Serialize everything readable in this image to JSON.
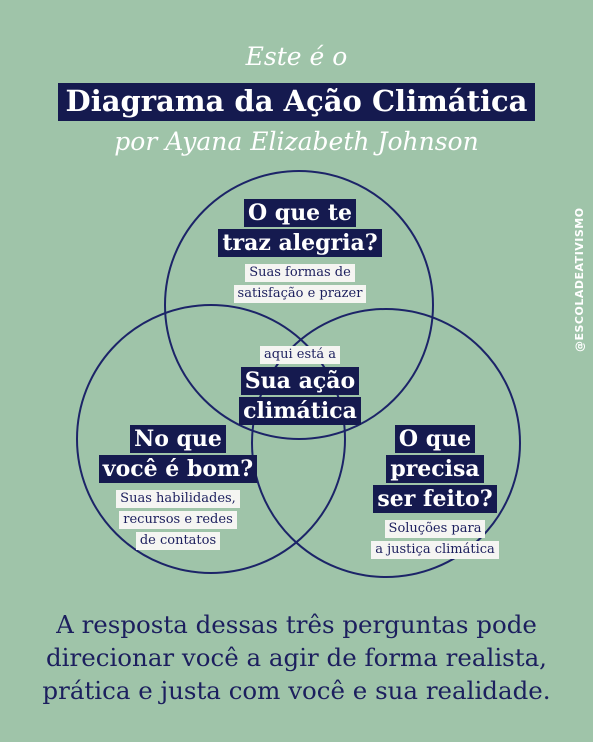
{
  "header": {
    "intro": "Este é o",
    "title": "Diagrama da Ação Climática",
    "byline": "por Ayana Elizabeth Johnson"
  },
  "handle": "@ESCOLADEATIVISMO",
  "diagram": {
    "top": {
      "question": [
        "O que te",
        "traz alegria?"
      ],
      "detail": [
        "Suas formas de",
        "satisfação e prazer"
      ]
    },
    "center": {
      "intro": "aqui está a",
      "label": [
        "Sua ação",
        "climática"
      ]
    },
    "left": {
      "question": [
        "No que",
        "você é bom?"
      ],
      "detail": [
        "Suas habilidades,",
        "recursos e redes",
        "de contatos"
      ]
    },
    "right": {
      "question": [
        "O que",
        "precisa",
        "ser feito?"
      ],
      "detail": [
        "Soluções para",
        "a justiça climática"
      ]
    }
  },
  "footer": {
    "lines": [
      "A resposta dessas três perguntas pode",
      "direcionar você a agir de forma realista,",
      "prática e justa com você e sua realidade."
    ]
  },
  "colors": {
    "background": "#9fc4a9",
    "navy": "#151a4f",
    "circle_stroke": "#1c2468",
    "text": "#1c1f5e"
  }
}
